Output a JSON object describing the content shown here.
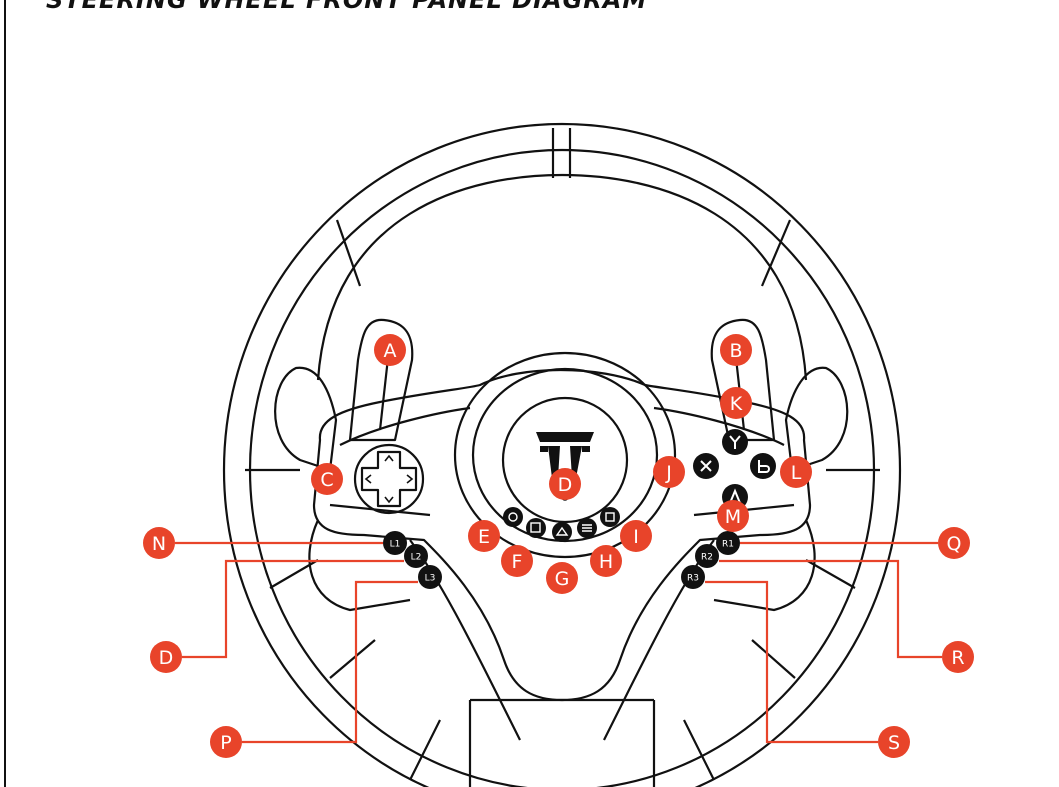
{
  "title": "STEERING WHEEL FRONT PANEL DIAGRAM",
  "colors": {
    "callout": "#e8442a",
    "leader": "#e8442a",
    "line": "#111111"
  },
  "callouts": {
    "A": "A",
    "B": "B",
    "C": "C",
    "D_center": "D",
    "E": "E",
    "F": "F",
    "G": "G",
    "H": "H",
    "I": "I",
    "J": "J",
    "K": "K",
    "L": "L",
    "M": "M",
    "N": "N",
    "D_side": "D",
    "P": "P",
    "Q": "Q",
    "R": "R",
    "S": "S"
  },
  "buttons": {
    "l1": "L1",
    "l2": "L2",
    "l3": "L3",
    "r1": "R1",
    "r2": "R2",
    "r3": "R3"
  },
  "icons": {
    "dpad": "dpad-icon",
    "face_top": "y-button-icon",
    "face_left": "x-button-icon",
    "face_right": "b-button-icon",
    "face_bottom": "a-button-icon",
    "logo": "brand-logo-icon",
    "center_row": [
      "settings-icon",
      "share-icon",
      "home-icon",
      "menu-icon",
      "view-icon"
    ]
  }
}
